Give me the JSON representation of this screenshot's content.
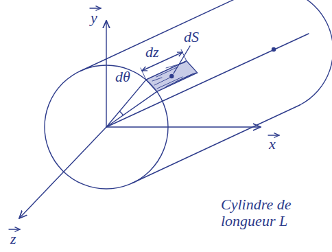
{
  "diagram": {
    "labels": [
      "y",
      "dθ",
      "dz",
      "dS",
      "x",
      "z",
      "Cylindre de longueur L"
    ]
  }
}
